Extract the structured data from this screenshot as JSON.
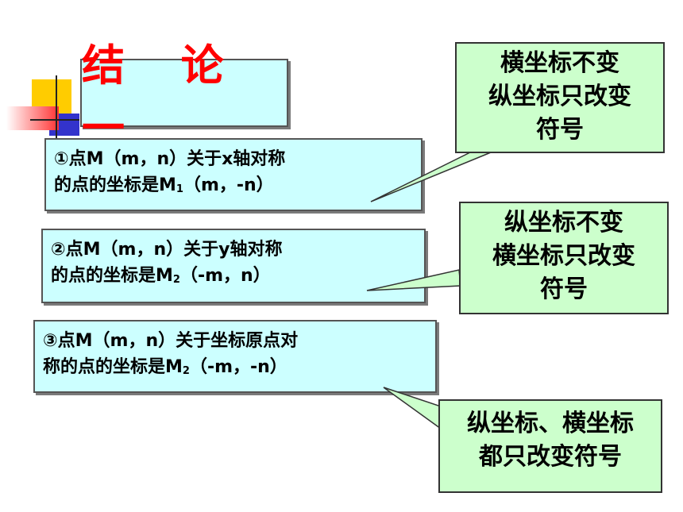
{
  "title": "结 论 一",
  "statements": [
    {
      "line1": "①点M（m，n）关于x轴对称",
      "line2_prefix": "的点的坐标是M",
      "line2_sub": "1",
      "line2_suffix": "（m，-n）"
    },
    {
      "line1": "②点M（m，n）关于y轴对称",
      "line2_prefix": "的点的坐标是M",
      "line2_sub": "2",
      "line2_suffix": "（-m，n）"
    },
    {
      "line1": "③点M（m，n）关于坐标原点对",
      "line2_prefix": "称的点的坐标是M",
      "line2_sub": "2",
      "line2_suffix": "（-m，-n）"
    }
  ],
  "notes": [
    {
      "lines": [
        "横坐标不变",
        "纵坐标只改变",
        "符号"
      ]
    },
    {
      "lines": [
        "纵坐标不变",
        "横坐标只改变",
        "符号"
      ]
    },
    {
      "lines": [
        "纵坐标、横坐标",
        "都只改变符号"
      ]
    }
  ],
  "colors": {
    "title": "#ff0000",
    "statement_bg": "#ccffff",
    "note_bg": "#ccffcc",
    "deco_yellow": "#ffd700",
    "deco_blue": "#3333cc",
    "deco_red": "#ff3333"
  }
}
